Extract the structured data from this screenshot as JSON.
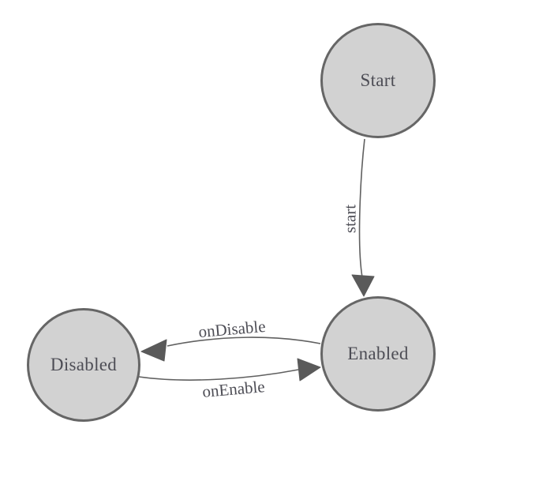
{
  "diagram": {
    "type": "state-machine",
    "colors": {
      "background": "#ffffff",
      "node_fill": "#d2d2d2",
      "node_border": "#666666",
      "edge": "#606060",
      "arrow": "#5a5a5a",
      "text": "#4d4d55"
    },
    "nodes": [
      {
        "id": "start",
        "label": "Start"
      },
      {
        "id": "enabled",
        "label": "Enabled"
      },
      {
        "id": "disabled",
        "label": "Disabled"
      }
    ],
    "edges": [
      {
        "id": "start-to-enabled",
        "label": "start",
        "from": "Start",
        "to": "Enabled"
      },
      {
        "id": "enabled-to-disabled",
        "label": "onDisable",
        "from": "Enabled",
        "to": "Disabled"
      },
      {
        "id": "disabled-to-enabled",
        "label": "onEnable",
        "from": "Disabled",
        "to": "Enabled"
      }
    ]
  }
}
